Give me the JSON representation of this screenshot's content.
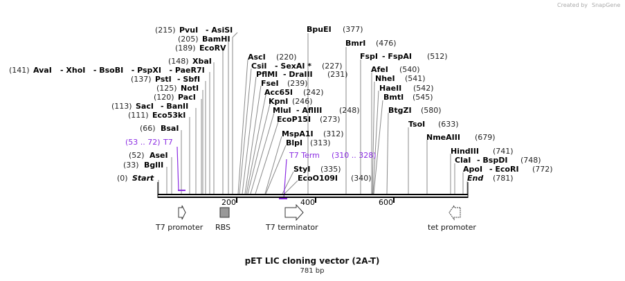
{
  "credit": {
    "text": "Created by",
    "brand": "SnapGene"
  },
  "title": "pET LIC cloning vector (2A-T)",
  "length_label": "781 bp",
  "ruler_ticks": [
    "200",
    "400",
    "600"
  ],
  "colors": {
    "primer": "#8a2be2",
    "line": "#000000",
    "site_line": "#888888"
  },
  "sites": [
    {
      "pos": "(215)",
      "name": "PvuI",
      "extra": "- AsiSI"
    },
    {
      "pos": "(205)",
      "name": "BamHI",
      "extra": ""
    },
    {
      "pos": "(189)",
      "name": "EcoRV",
      "extra": ""
    },
    {
      "pos": "(148)",
      "name": "XbaI",
      "extra": ""
    },
    {
      "pos": "(141)",
      "name": "AvaI",
      "extra": "- XhoI   - BsoBI   - PspXI   - PaeR7I"
    },
    {
      "pos": "(137)",
      "name": "PstI",
      "extra": "- SbfI"
    },
    {
      "pos": "(125)",
      "name": "NotI",
      "extra": ""
    },
    {
      "pos": "(120)",
      "name": "PacI",
      "extra": ""
    },
    {
      "pos": "(113)",
      "name": "SacI",
      "extra": "- BanII"
    },
    {
      "pos": "(111)",
      "name": "Eco53kI",
      "extra": ""
    },
    {
      "pos": "(66)",
      "name": "BsaI",
      "extra": ""
    },
    {
      "pos": "(52)",
      "name": "AseI",
      "extra": ""
    },
    {
      "pos": "(33)",
      "name": "BglII",
      "extra": ""
    },
    {
      "pos": "(0)",
      "name": "Start",
      "extra": ""
    },
    {
      "pos": "(220)",
      "name": "AscI",
      "extra": ""
    },
    {
      "pos": "(227)",
      "name": "CsiI",
      "extra": "- SexAI *"
    },
    {
      "pos": "(231)",
      "name": "PflMI",
      "extra": "- DraIII"
    },
    {
      "pos": "(239)",
      "name": "FseI",
      "extra": ""
    },
    {
      "pos": "(242)",
      "name": "Acc65I",
      "extra": ""
    },
    {
      "pos": "(246)",
      "name": "KpnI",
      "extra": ""
    },
    {
      "pos": "(248)",
      "name": "MluI",
      "extra": "- AflIII"
    },
    {
      "pos": "(273)",
      "name": "EcoP15I",
      "extra": ""
    },
    {
      "pos": "(312)",
      "name": "MspA1I",
      "extra": ""
    },
    {
      "pos": "(313)",
      "name": "BlpI",
      "extra": ""
    },
    {
      "pos": "(335)",
      "name": "StyI",
      "extra": ""
    },
    {
      "pos": "(340)",
      "name": "EcoO109I",
      "extra": ""
    },
    {
      "pos": "(377)",
      "name": "BpuEI",
      "extra": ""
    },
    {
      "pos": "(476)",
      "name": "BmrI",
      "extra": ""
    },
    {
      "pos": "(512)",
      "name": "FspI",
      "extra": "- FspAI"
    },
    {
      "pos": "(540)",
      "name": "AfeI",
      "extra": ""
    },
    {
      "pos": "(541)",
      "name": "NheI",
      "extra": ""
    },
    {
      "pos": "(542)",
      "name": "HaeII",
      "extra": ""
    },
    {
      "pos": "(545)",
      "name": "BmtI",
      "extra": ""
    },
    {
      "pos": "(580)",
      "name": "BtgZI",
      "extra": ""
    },
    {
      "pos": "(633)",
      "name": "TsoI",
      "extra": ""
    },
    {
      "pos": "(679)",
      "name": "NmeAIII",
      "extra": ""
    },
    {
      "pos": "(741)",
      "name": "HindIII",
      "extra": ""
    },
    {
      "pos": "(748)",
      "name": "ClaI",
      "extra": "- BspDI"
    },
    {
      "pos": "(772)",
      "name": "ApoI",
      "extra": "- EcoRI"
    },
    {
      "pos": "(781)",
      "name": "End",
      "extra": ""
    }
  ],
  "primers": [
    {
      "range": "(53 .. 72)",
      "name": "T7"
    },
    {
      "range": "(310 .. 328)",
      "name": "T7 Term"
    }
  ],
  "features": [
    {
      "name": "T7 promoter",
      "icon": "right-arrow-icon"
    },
    {
      "name": "RBS",
      "icon": "rbs-box-icon"
    },
    {
      "name": "T7 terminator",
      "icon": "right-arrow-icon"
    },
    {
      "name": "tet promoter",
      "icon": "left-arrow-icon"
    }
  ]
}
